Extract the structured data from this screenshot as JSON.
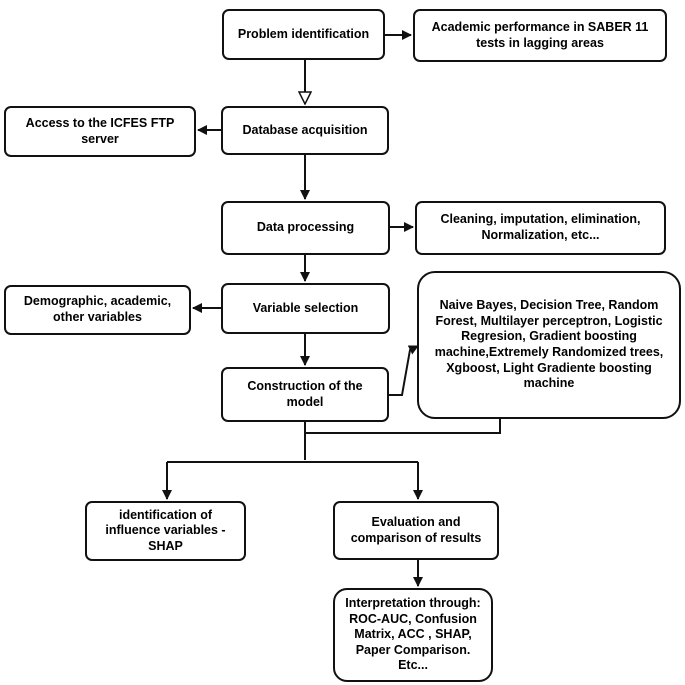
{
  "nodes": {
    "problem": "Problem identification",
    "academic_perf": "Academic performance in SABER 11\ntests in lagging areas",
    "database": "Database acquisition",
    "icfes": "Access to the ICFES FTP\nserver",
    "data_processing": "Data processing",
    "cleaning": "Cleaning, imputation, elimination,\nNormalization, etc...",
    "variable_selection": "Variable selection",
    "variables": "Demographic, academic,\nother variables",
    "construction": "Construction of the\nmodel",
    "models": "Naive Bayes, Decision Tree, Random\nForest, Multilayer perceptron, Logistic\nRegresion, Gradient boosting\nmachine,Extremely Randomized trees,\nXgboost, Light Gradiente boosting\nmachine",
    "influence": "identification of\ninfluence variables -\nSHAP",
    "evaluation": "Evaluation and\ncomparison of results",
    "interpretation": "Interpretation through:\nROC-AUC, Confusion\nMatrix, ACC , SHAP,\nPaper Comparison.\nEtc..."
  }
}
